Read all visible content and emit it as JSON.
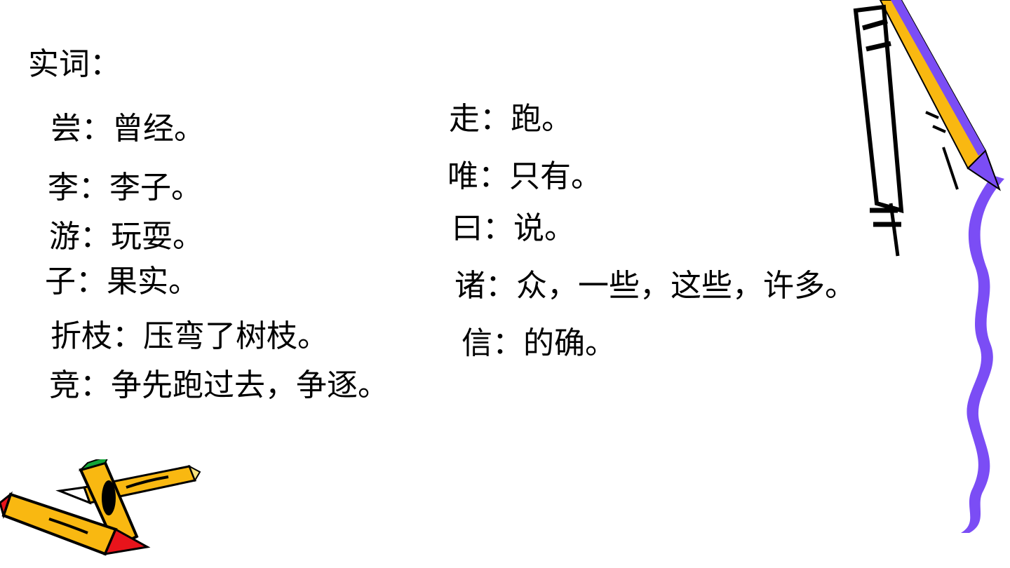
{
  "slide": {
    "heading": "实词：",
    "left_entries": [
      {
        "text": "尝：曾经。"
      },
      {
        "text": "李：李子。"
      },
      {
        "text": "游：玩耍。"
      },
      {
        "text": "子：果实。"
      },
      {
        "text": "折枝：压弯了树枝。"
      },
      {
        "text": "竞：争先跑过去，争逐。"
      }
    ],
    "right_entries": [
      {
        "text": "走：跑。"
      },
      {
        "text": "唯：只有。"
      },
      {
        "text": "曰：说。"
      },
      {
        "text": "诸：众，一些，这些，许多。"
      },
      {
        "text": "信：的确。"
      }
    ]
  },
  "decor": {
    "pencil_yellow": "#F9B811",
    "pencil_tip_red": "#E8141B",
    "pencil_tip_green": "#13A538",
    "ribbon_purple": "#7B4DF5",
    "outline": "#000000"
  }
}
